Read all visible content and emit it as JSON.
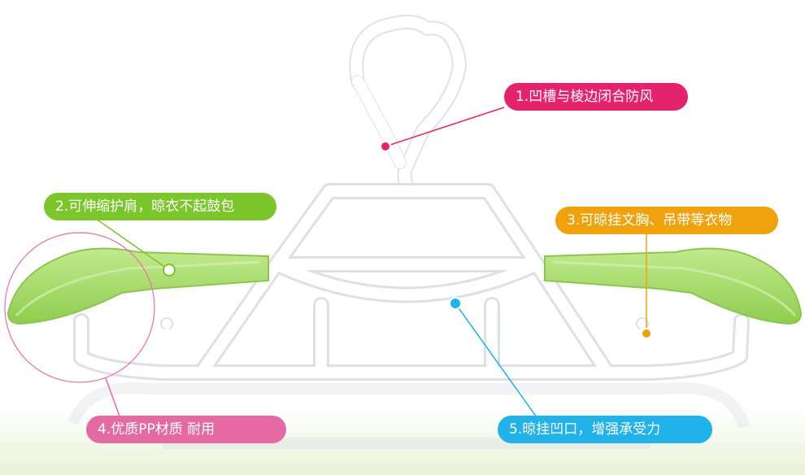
{
  "callouts": [
    {
      "id": "c1",
      "text": "1.凹槽与棱边闭合防风",
      "color": "#e3246c"
    },
    {
      "id": "c2",
      "text": "2.可伸缩护肩，晾衣不起鼓包",
      "color": "#7bc62a"
    },
    {
      "id": "c3",
      "text": "3.可晾挂文胸、吊带等衣物",
      "color": "#f0a20c"
    },
    {
      "id": "c4",
      "text": "4.优质PP材质  耐用",
      "color": "#e56aa4"
    },
    {
      "id": "c5",
      "text": "5.晾挂凹口，增强承受力",
      "color": "#20b2e8"
    }
  ],
  "colors": {
    "hanger": "#f7f8fa",
    "hanger_edge": "#d9dde2",
    "shoulder_pad": "#a6dd68",
    "shoulder_pad_dark": "#86c44a",
    "floor": "#eef6e0"
  }
}
